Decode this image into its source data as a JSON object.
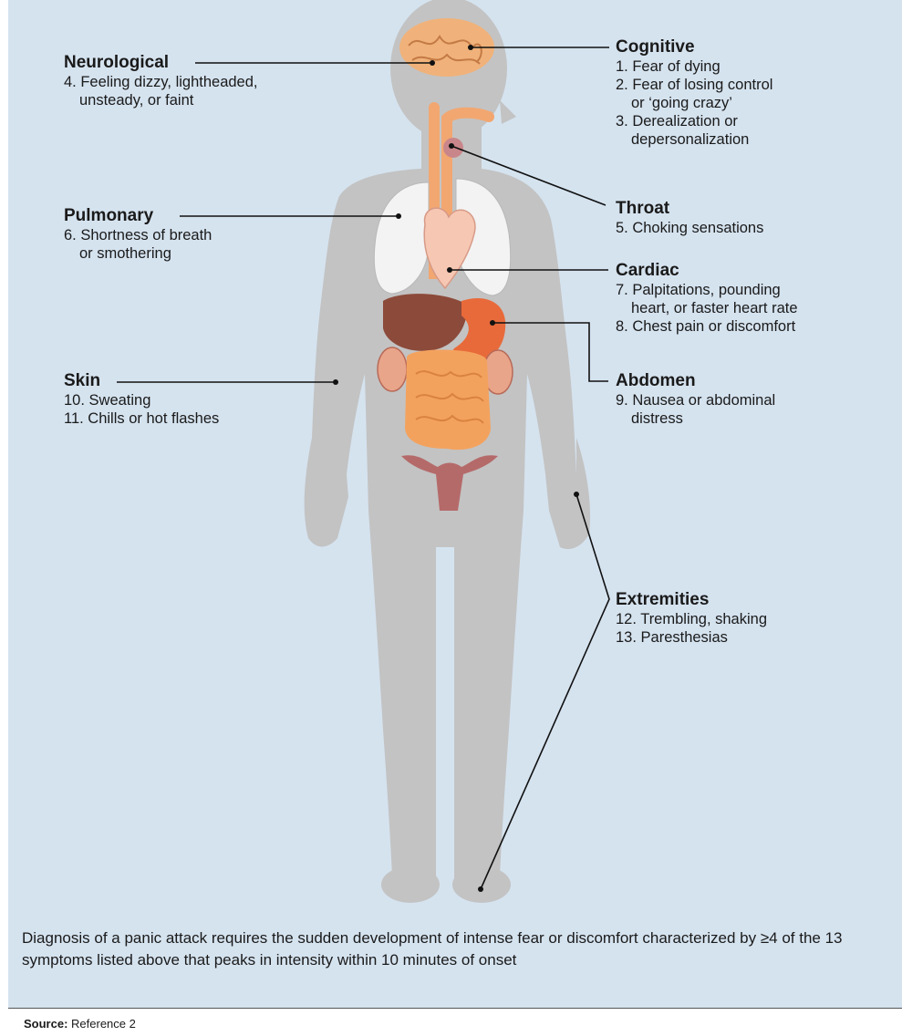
{
  "groups": {
    "neurological": {
      "title": "Neurological",
      "items": [
        "4. Feeling dizzy, lightheaded,",
        "unsteady, or faint"
      ]
    },
    "pulmonary": {
      "title": "Pulmonary",
      "items": [
        "6. Shortness of breath",
        "or smothering"
      ]
    },
    "skin": {
      "title": "Skin",
      "items": [
        "10. Sweating",
        "11. Chills or hot flashes"
      ]
    },
    "cognitive": {
      "title": "Cognitive",
      "items": [
        "1. Fear of dying",
        "2. Fear of losing control",
        "or ‘going crazy’",
        "3. Derealization or",
        "depersonalization"
      ]
    },
    "throat": {
      "title": "Throat",
      "items": [
        "5. Choking sensations"
      ]
    },
    "cardiac": {
      "title": "Cardiac",
      "items": [
        "7. Palpitations, pounding",
        "heart, or faster heart rate",
        "8. Chest pain or discomfort"
      ]
    },
    "abdomen": {
      "title": "Abdomen",
      "items": [
        "9. Nausea or abdominal",
        "distress"
      ]
    },
    "extremities": {
      "title": "Extremities",
      "items": [
        "12. Trembling, shaking",
        "13. Paresthesias"
      ]
    }
  },
  "note": "Diagnosis of a panic attack requires the sudden development of intense fear or discomfort characterized by ≥4 of the 13 symptoms listed above that peaks in intensity within 10 minutes of onset",
  "source": {
    "label": "Source:",
    "text": "Reference 2"
  },
  "colors": {
    "background": "#d5e3ef",
    "body": "#c3c3c3",
    "lungs": "#f3f3f3",
    "heart": "#f6c7b3",
    "liver": "#8c4a3a",
    "stomach": "#e86a3a",
    "intestines": "#f3a25e",
    "kidneys": "#e9a58a",
    "uterus": "#b56a6a",
    "esophagus": "#f2a771",
    "brain": "#f0b27a"
  }
}
